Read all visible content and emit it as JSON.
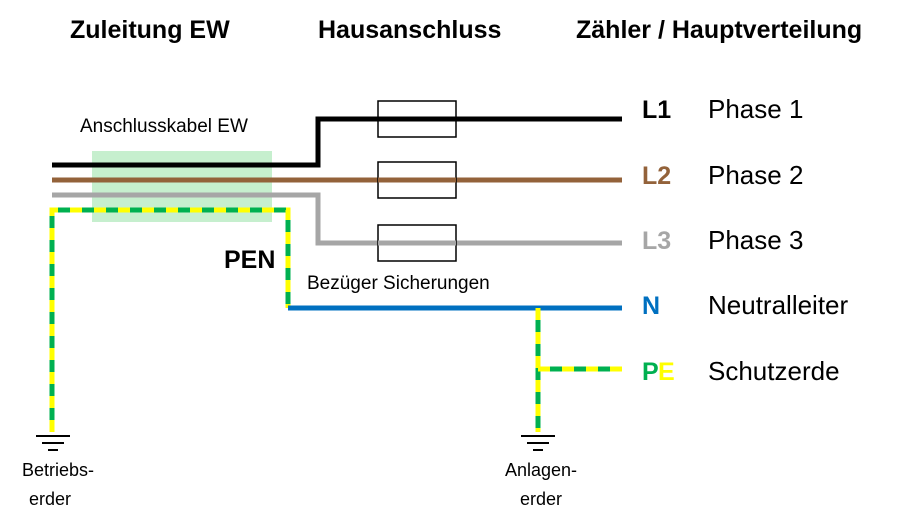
{
  "headers": {
    "zuleitung": "Zuleitung EW",
    "hausanschluss": "Hausanschluss",
    "verteilung": "Zähler / Hauptverteilung"
  },
  "cable_label": "Anschlusskabel EW",
  "pen_label": "PEN",
  "fuse_label": "Bezüger Sicherungen",
  "conductors": [
    {
      "code": "L1",
      "name": "Phase 1",
      "color": "#000000"
    },
    {
      "code": "L2",
      "name": "Phase 2",
      "color": "#93623A"
    },
    {
      "code": "L3",
      "name": "Phase 3",
      "color": "#A6A6A6"
    },
    {
      "code": "N",
      "name": "Neutralleiter",
      "color": "#0070C0"
    },
    {
      "code_p": "P",
      "code_e": "E",
      "name": "Schutzerde",
      "color_p": "#00B050",
      "color_e": "#FFFF00"
    }
  ],
  "earth_left": {
    "line1": "Betriebs-",
    "line2": "erder"
  },
  "earth_right": {
    "line1": "Anlagen-",
    "line2": "erder"
  },
  "colors": {
    "cable_highlight": "#C6EFCE",
    "pe_green": "#00B050",
    "pe_yellow": "#FFFF00"
  }
}
